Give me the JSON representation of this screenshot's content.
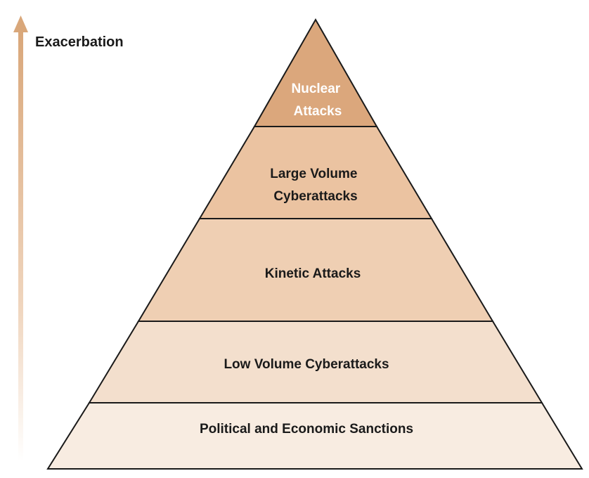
{
  "axis": {
    "label": "Exacerbation",
    "arrow_color": "#d9a77a"
  },
  "pyramid": {
    "tiers_top_to_bottom": [
      {
        "lines": [
          "Nuclear",
          "Attacks"
        ],
        "fill": "#dba77c",
        "text_color": "#ffffff"
      },
      {
        "lines": [
          "Large Volume",
          "Cyberattacks"
        ],
        "fill": "#ebc3a1",
        "text_color": "#1a1a1a"
      },
      {
        "lines": [
          "Kinetic Attacks"
        ],
        "fill": "#efcfb3",
        "text_color": "#1a1a1a"
      },
      {
        "lines": [
          "Low Volume Cyberattacks"
        ],
        "fill": "#f3dfcd",
        "text_color": "#1a1a1a"
      },
      {
        "lines": [
          "Political and Economic Sanctions"
        ],
        "fill": "#f8ece1",
        "text_color": "#1a1a1a"
      }
    ],
    "outline_color": "#1a1a1a"
  }
}
